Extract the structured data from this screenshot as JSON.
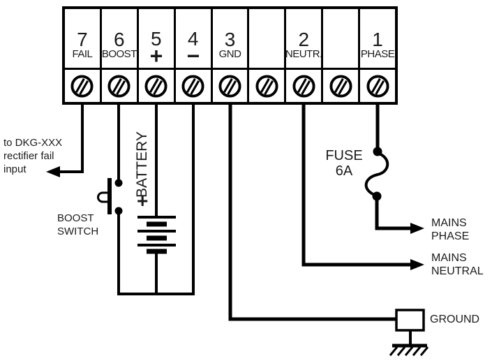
{
  "diagram": {
    "background_color": "#ffffff",
    "line_color": "#000000"
  },
  "terminal_block": {
    "cells": [
      {
        "number": "7",
        "label": "FAIL"
      },
      {
        "number": "6",
        "label": "BOOST"
      },
      {
        "number": "5",
        "label": "+"
      },
      {
        "number": "4",
        "label": "−"
      },
      {
        "number": "3",
        "label": "GND"
      },
      {
        "number": "",
        "label": ""
      },
      {
        "number": "2",
        "label": "NEUTR."
      },
      {
        "number": "",
        "label": ""
      },
      {
        "number": "1",
        "label": "PHASE"
      }
    ]
  },
  "annotations": {
    "fail_note_line1": "to DKG-XXX",
    "fail_note_line2": "rectifier fail",
    "fail_note_line3": "input",
    "boost_switch_line1": "BOOST",
    "boost_switch_line2": "SWITCH",
    "battery_label": "BATTERY",
    "battery_polarity": "+",
    "fuse_line1": "FUSE",
    "fuse_line2": "6A",
    "mains_phase_line1": "MAINS",
    "mains_phase_line2": "PHASE",
    "mains_neutral_line1": "MAINS",
    "mains_neutral_line2": "NEUTRAL",
    "ground_label": "GROUND"
  }
}
